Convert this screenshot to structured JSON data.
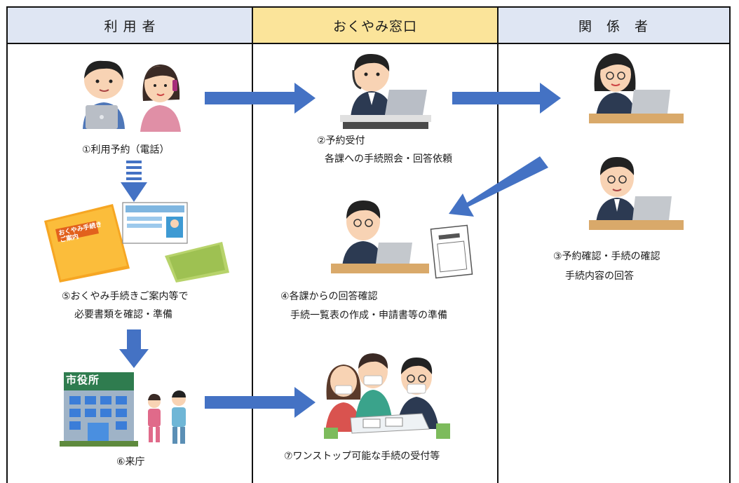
{
  "columns": {
    "user": "利 用 者",
    "window": "おくやみ窓口",
    "related": "関　係　者"
  },
  "steps": {
    "s1": "①利用予約（電話）",
    "s2_line1": "②予約受付",
    "s2_line2": "各課への手続照会・回答依頼",
    "s3_line1": "③予約確認・手続の確認",
    "s3_line2": "手続内容の回答",
    "s4_line1": "④各課からの回答確認",
    "s4_line2": "手続一覧表の作成・申請書等の準備",
    "s5_line1": "⑤おくやみ手続きご案内等で",
    "s5_line2": "必要書類を確認・準備",
    "s6": "⑥来庁",
    "s7": "⑦ワンストップ可能な手続の受付等"
  },
  "signs": {
    "city_hall": "市役所",
    "guide_book": "おくやみ手続き\nご案内"
  },
  "colors": {
    "arrow": "#4472c4",
    "header_blue": "#dfe6f3",
    "header_yellow": "#fbe49a"
  }
}
